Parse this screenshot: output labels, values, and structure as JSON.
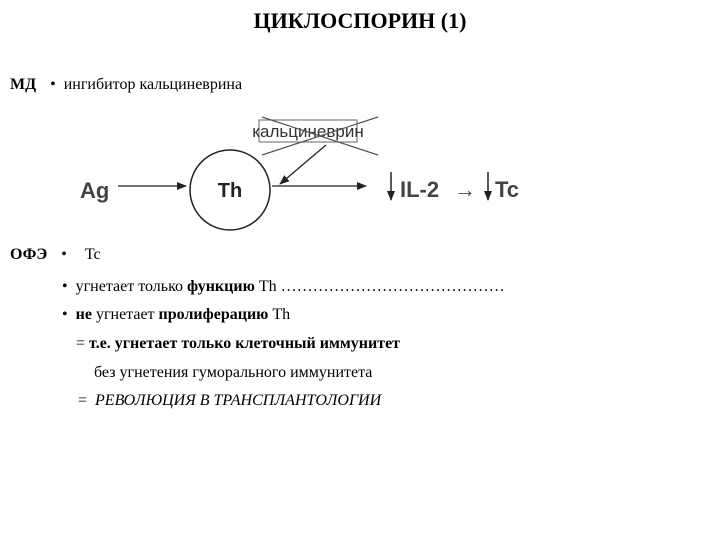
{
  "title": "ЦИКЛОСПОРИН (1)",
  "md": {
    "label": "МД",
    "bullet": "•",
    "text": "ингибитор кальциневрина"
  },
  "diagram": {
    "calcineurin_label": "кальциневрин",
    "ag_label": "Ag",
    "th_label": "Th",
    "il2_label": "IL-2",
    "arrow_glyph": "→",
    "tc_label": "Tc"
  },
  "ofe": {
    "label": "ОФЭ",
    "bullet": "•",
    "subject": "Tc",
    "line1": {
      "bullet": "•",
      "pre": "угнетает только",
      "bold": "функцию",
      "post": "Th",
      "dots": "……………………………………"
    },
    "line2": {
      "bullet": "•",
      "bold_not": "не",
      "mid": "угнетает",
      "bold": "пролиферацию",
      "post": "Th"
    },
    "line3": {
      "eq": "=",
      "text": "т.е. угнетает только клеточный иммунитет"
    },
    "line4": {
      "text": "без угнетения гуморального иммунитета"
    },
    "line5": {
      "eq": "=",
      "text": "РЕВОЛЮЦИЯ В ТРАНСПЛАНТОЛОГИИ"
    }
  }
}
